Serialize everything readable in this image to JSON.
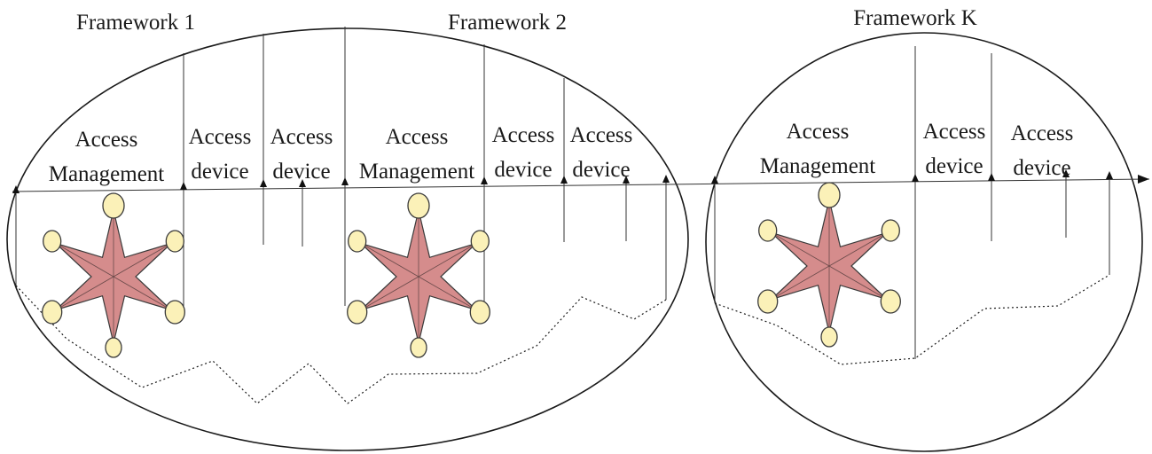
{
  "frameworks": [
    {
      "title": "Framework 1"
    },
    {
      "title": "Framework 2"
    },
    {
      "title": "Framework K"
    }
  ],
  "labels": {
    "access": "Access",
    "management": "Management",
    "device": "device"
  },
  "colors": {
    "star_fill": "#d58c8c",
    "node_fill": "#fbf1b8",
    "line": "#1a1a1a"
  },
  "icons": [
    "star-network-icon",
    "axis-arrow-icon"
  ]
}
